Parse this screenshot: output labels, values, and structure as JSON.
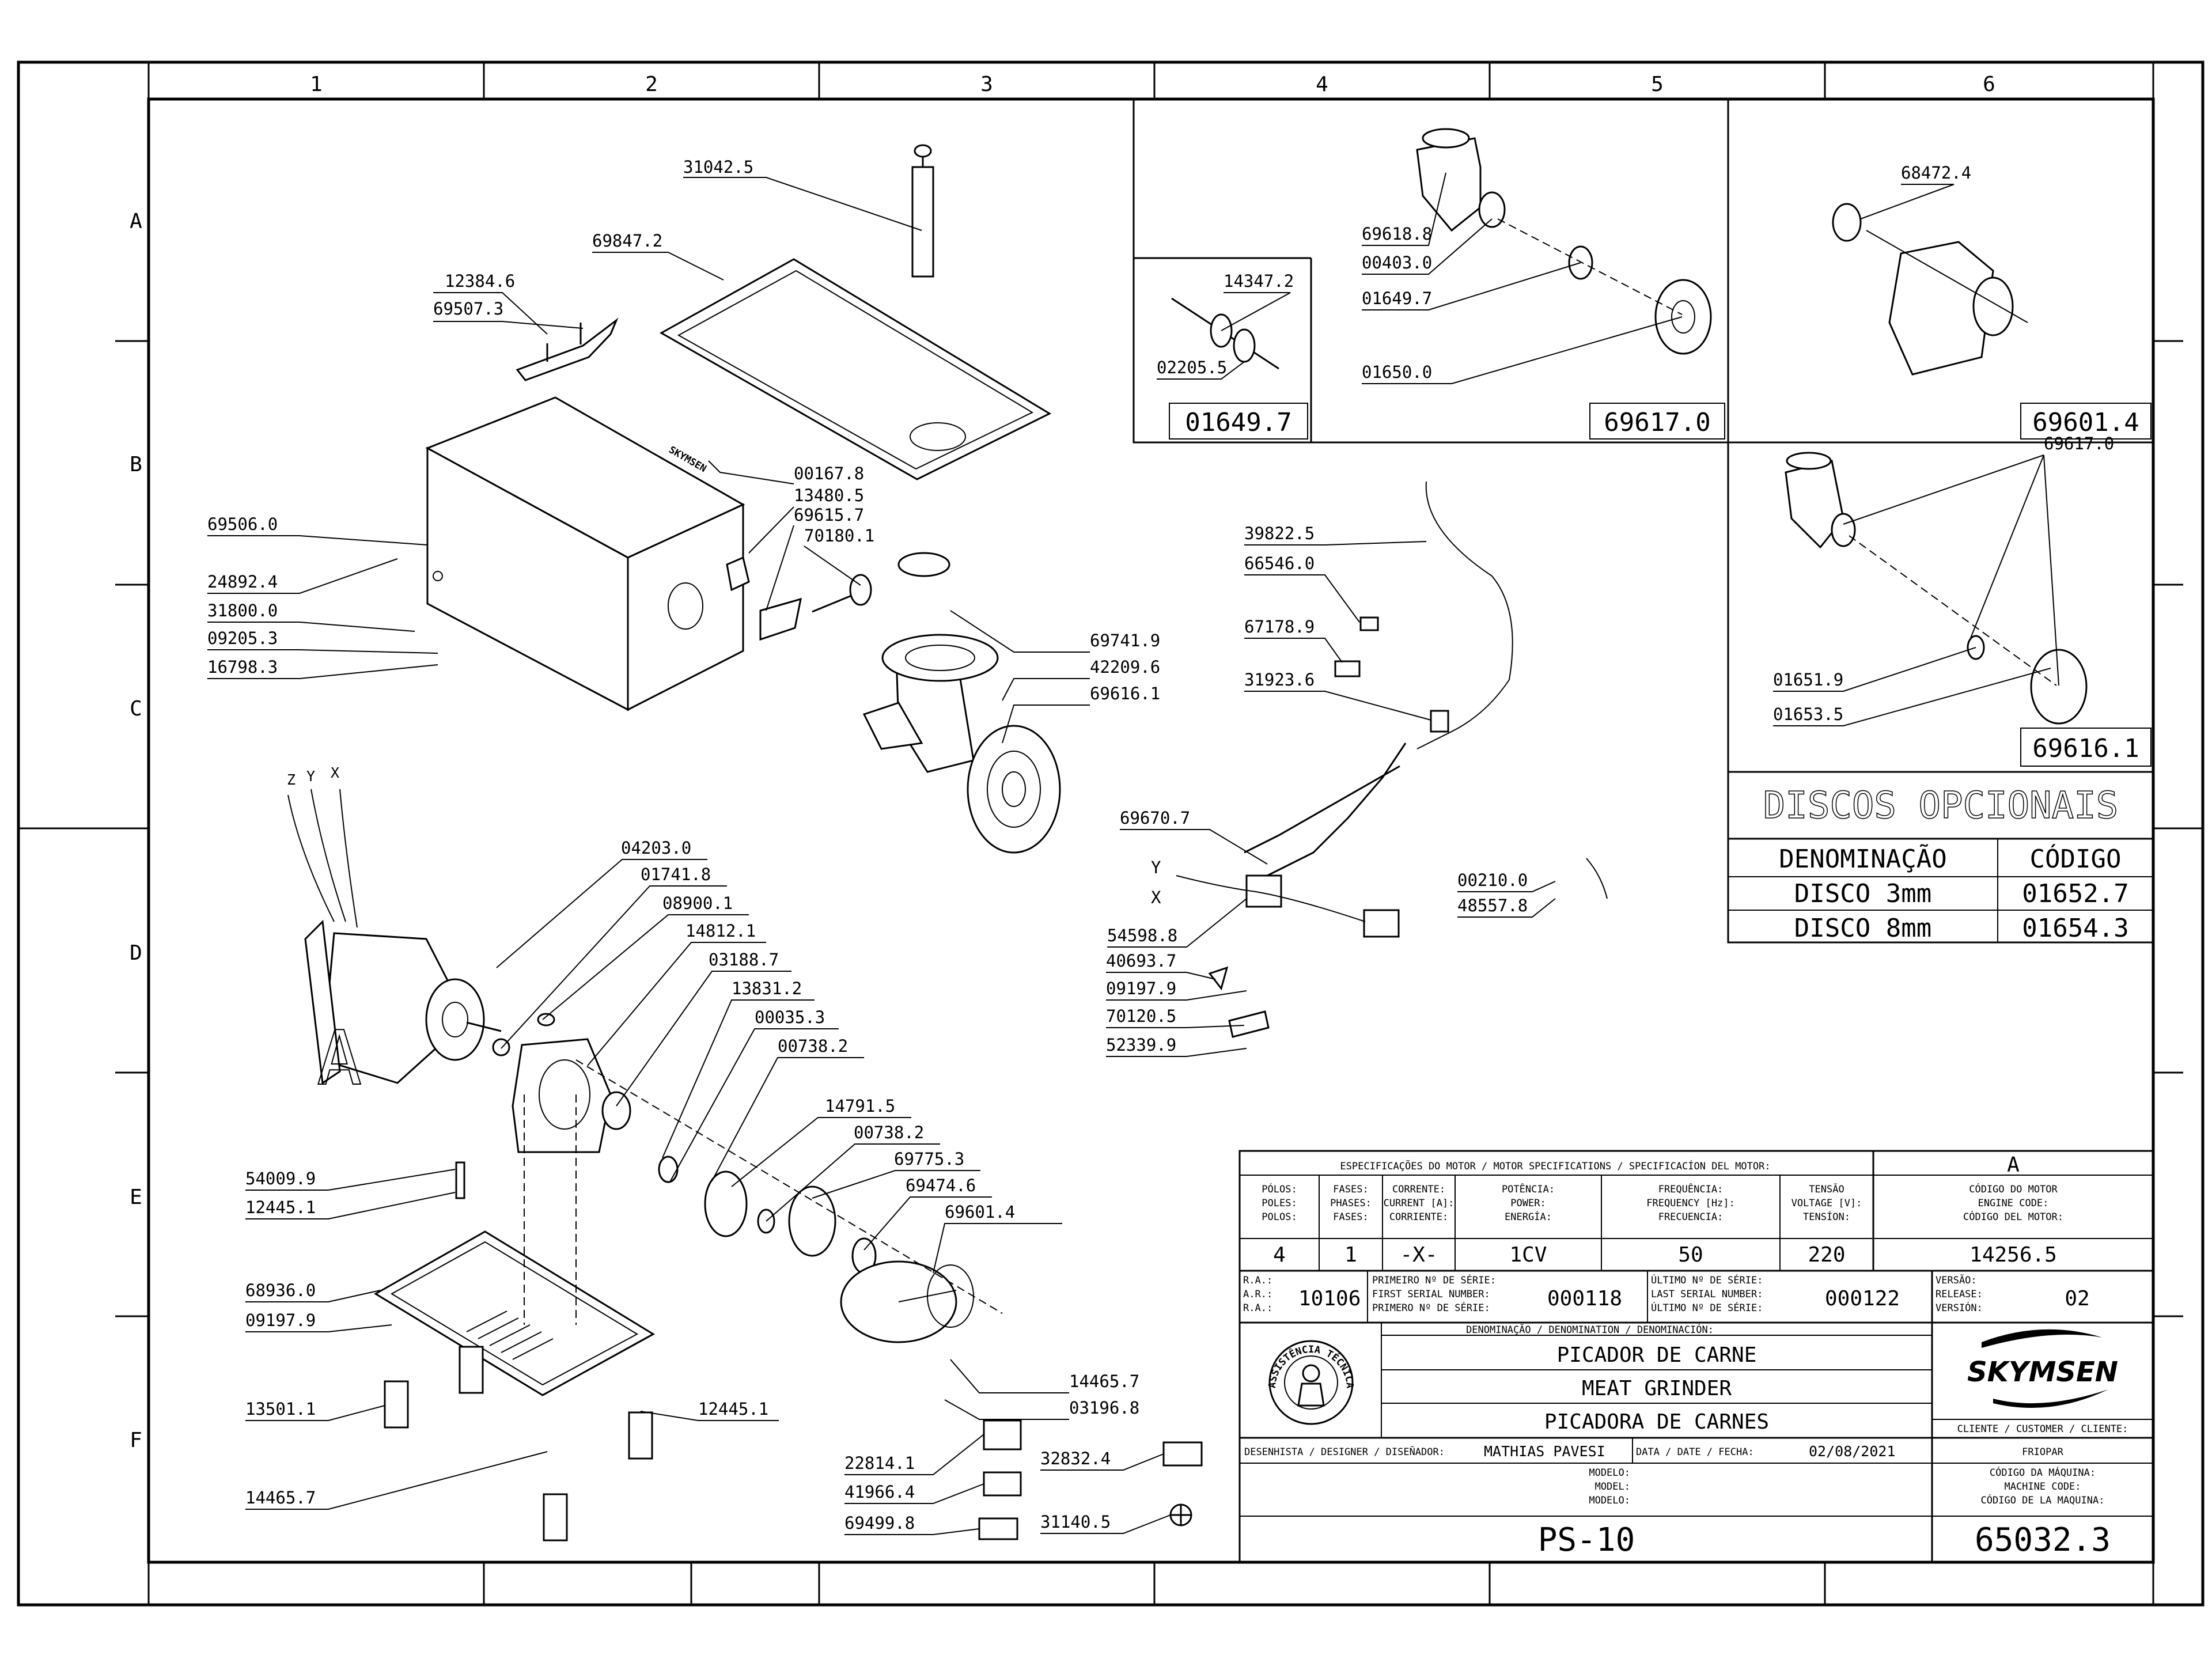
{
  "grid": {
    "columns": [
      "1",
      "2",
      "3",
      "4",
      "5",
      "6"
    ],
    "rows": [
      "A",
      "B",
      "C",
      "D",
      "E",
      "F"
    ]
  },
  "labels": {
    "l31042_5": "31042.5",
    "l69847_2": "69847.2",
    "l12384_6": "12384.6",
    "l69507_3": "69507.3",
    "l00167_8": "00167.8",
    "l13480_5": "13480.5",
    "l69615_7": "69615.7",
    "l70180_1": "70180.1",
    "l69506_0": "69506.0",
    "l24892_4": "24892.4",
    "l31800_0": "31800.0",
    "l09205_3": "09205.3",
    "l16798_3": "16798.3",
    "l69741_9": "69741.9",
    "l42209_6": "42209.6",
    "l69616_1": "69616.1",
    "l04203_0": "04203.0",
    "l01741_8": "01741.8",
    "l08900_1": "08900.1",
    "l14812_1": "14812.1",
    "l03188_7": "03188.7",
    "l13831_2": "13831.2",
    "l00035_3": "00035.3",
    "l00738_2a": "00738.2",
    "l14791_5": "14791.5",
    "l00738_2b": "00738.2",
    "l69775_3": "69775.3",
    "l69474_6": "69474.6",
    "l69601_4": "69601.4",
    "l54009_9": "54009.9",
    "l12445_1a": "12445.1",
    "l68936_0": "68936.0",
    "l09197_9a": "09197.9",
    "l13501_1": "13501.1",
    "l12445_1b": "12445.1",
    "l14465_7a": "14465.7",
    "l14465_7b": "14465.7",
    "l03196_8": "03196.8",
    "l22814_1": "22814.1",
    "l41966_4": "41966.4",
    "l69499_8": "69499.8",
    "l32832_4": "32832.4",
    "l31140_5": "31140.5",
    "l14347_2": "14347.2",
    "l02205_5": "02205.5",
    "l69618_8": "69618.8",
    "l00403_0": "00403.0",
    "l01649_7": "01649.7",
    "l01650_0": "01650.0",
    "l68472_4": "68472.4",
    "l39822_5": "39822.5",
    "l66546_0": "66546.0",
    "l67178_9": "67178.9",
    "l31923_6": "31923.6",
    "l69670_7": "69670.7",
    "l00210_0": "00210.0",
    "l48557_8": "48557.8",
    "l54598_8": "54598.8",
    "l40693_7": "40693.7",
    "l09197_9b": "09197.9",
    "l70120_5": "70120.5",
    "l52339_9": "52339.9",
    "l69617_0": "69617.0",
    "l01651_9": "01651.9",
    "l01653_5": "01653.5",
    "wire_z": "Z",
    "wire_y": "Y",
    "wire_x": "X",
    "wire_y2": "Y",
    "wire_x2": "X",
    "detail_a": "A"
  },
  "boxes": {
    "box_01649_7": "01649.7",
    "box_69617_0": "69617.0",
    "box_69601_4": "69601.4",
    "box_69616_1": "69616.1"
  },
  "discos": {
    "title": "DISCOS OPCIONAIS",
    "header_name": "DENOMINAÇÃO",
    "header_code": "CÓDIGO",
    "rows": [
      {
        "name": "DISCO 3mm",
        "code": "01652.7"
      },
      {
        "name": "DISCO 8mm",
        "code": "01654.3"
      }
    ]
  },
  "title_block": {
    "motor_spec_header": "ESPECIFICAÇÕES DO MOTOR / MOTOR SPECIFICATIONS / SPECIFICACÍON DEL MOTOR:",
    "poles": [
      "PÓLOS:",
      "POLES:",
      "POLOS:"
    ],
    "phases": [
      "FASES:",
      "PHASES:",
      "FASES:"
    ],
    "current": [
      "CORRENTE:",
      "CURRENT [A]:",
      "CORRIENTE:"
    ],
    "power": [
      "POTÊNCIA:",
      "POWER:",
      "ENERGÍA:"
    ],
    "frequency": [
      "FREQUÊNCIA:",
      "FREQUENCY [Hz]:",
      "FRECUENCIA:"
    ],
    "voltage": [
      "TENSÃO",
      "VOLTAGE [V]:",
      "TENSÍON:"
    ],
    "engine_code_label": [
      "CÓDIGO DO MOTOR",
      "ENGINE CODE:",
      "CÓDIGO DEL MOTOR:"
    ],
    "version_letter": "A",
    "poles_val": "4",
    "phases_val": "1",
    "current_val": "-X-",
    "power_val": "1CV",
    "freq_val": "50",
    "voltage_val": "220",
    "engine_code_val": "14256.5",
    "ra_labels": [
      "R.A.:",
      "A.R.:",
      "R.A.:"
    ],
    "ra_val": "10106",
    "first_serial_labels": [
      "PRIMEIRO Nº DE SÉRIE:",
      "FIRST SERIAL NUMBER:",
      "PRIMERO Nº DE SÉRIE:"
    ],
    "first_serial_val": "000118",
    "last_serial_labels": [
      "ÚLTIMO Nº DE SÉRIE:",
      "LAST SERIAL NUMBER:",
      "ÚLTIMO Nº DE SÉRIE:"
    ],
    "last_serial_val": "000122",
    "version_labels": [
      "VERSÃO:",
      "RELEASE:",
      "VERSIÓN:"
    ],
    "version_val": "02",
    "denomination_header": "DENOMINAÇÃO / DENOMINATION / DENOMINACIÓN:",
    "name_pt": "PICADOR DE CARNE",
    "name_en": "MEAT GRINDER",
    "name_es": "PICADORA DE CARNES",
    "brand": "SKYMSEN",
    "seal_text": "ASSISTÊNCIA TÉCNICA AUTORIZADA",
    "designer_label": "DESENHISTA / DESIGNER / DISEÑADOR:",
    "designer_val": "MATHIAS PAVESI",
    "date_label": "DATA / DATE / FECHA:",
    "date_val": "02/08/2021",
    "client_label": "CLIENTE / CUSTOMER / CLIENTE:",
    "client_val": "FRIOPAR",
    "model_labels": [
      "MODELO:",
      "MODEL:",
      "MODELO:"
    ],
    "model_val": "PS-10",
    "machine_code_labels": [
      "CÓDIGO DA MÁQUINA:",
      "MACHINE CODE:",
      "CÓDIGO DE LA MAQUINA:"
    ],
    "machine_code_val": "65032.3"
  }
}
